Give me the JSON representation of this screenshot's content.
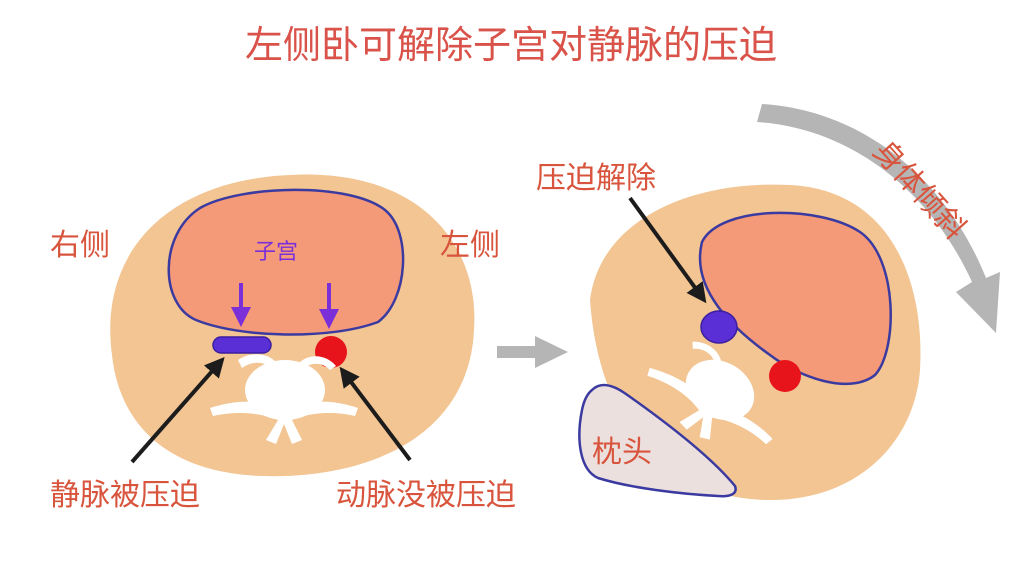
{
  "title": "左侧卧可解除子宫对静脉的压迫",
  "left_panel": {
    "label_right": "右侧",
    "label_left": "左侧",
    "uterus_label": "子宫",
    "vein_label": "静脉被压迫",
    "artery_label": "动脉没被压迫"
  },
  "right_panel": {
    "relief_label": "压迫解除",
    "pillow_label": "枕头",
    "tilt_label": "身体倾斜"
  },
  "colors": {
    "title": "#d9534a",
    "label": "#d8543c",
    "body": "#f2c593",
    "uterus": "#f59a78",
    "outline": "#3a3aa0",
    "vein": "#5b2fd6",
    "artery": "#e8141c",
    "pressure_arrow": "#7b2fd8",
    "gray_arrow": "#b5b5b5",
    "pillow": "#ece0de"
  }
}
